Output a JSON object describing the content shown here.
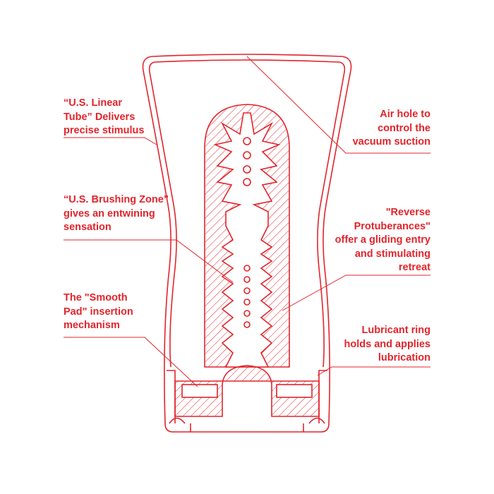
{
  "colors": {
    "accent": "#e3242b"
  },
  "labels": {
    "linear_tube": "“U.S. Linear\nTube” Delivers\nprecise stimulus",
    "brushing_zone": "“U.S. Brushing Zone”\ngives an entwining\nsensation",
    "smooth_pad": "The \"Smooth\nPad\" insertion\nmechanism",
    "air_hole": "Air hole to\ncontrol the\nvacuum suction",
    "reverse_protuberances": "\"Reverse\nProtuberances\"\noffer a gliding entry\nand stimulating\nretreat",
    "lubricant_ring": "Lubricant ring\nholds and applies\nlubrication"
  }
}
